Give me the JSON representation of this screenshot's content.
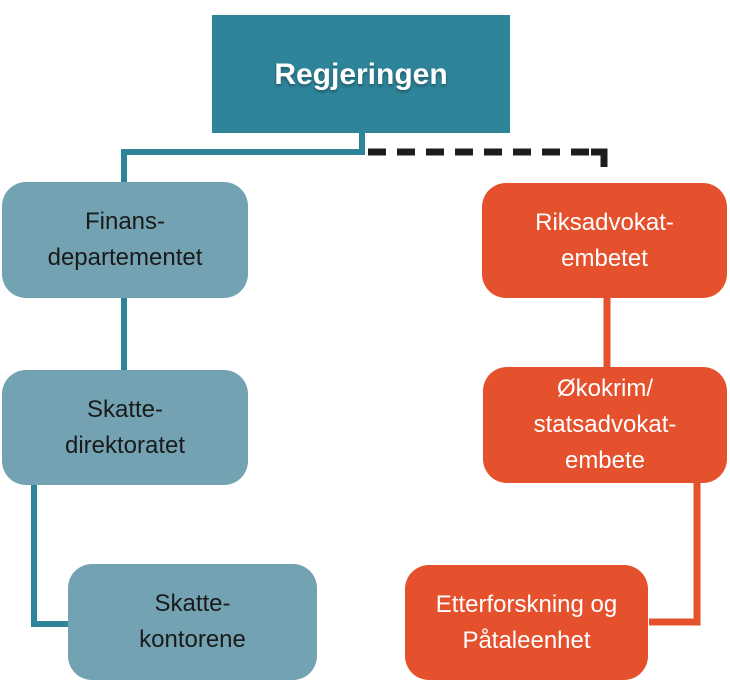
{
  "diagram": {
    "type": "org-chart",
    "language": "Norwegian",
    "background": "#FFFFFF"
  },
  "colors": {
    "teal": "#2E8499",
    "teal-light": "#73A3B2",
    "orange": "#E5502D",
    "line-dark": "#1D1D1D",
    "text-dark": "#1A1A1A",
    "text-light": "#FFFFFF"
  },
  "nodes": {
    "regjeringen": {
      "label": "Regjeringen"
    },
    "finans": {
      "lines": [
        "Finans-",
        "departementet"
      ]
    },
    "skattedir": {
      "lines": [
        "Skatte-",
        "direktoratet"
      ]
    },
    "skattekont": {
      "lines": [
        "Skatte-",
        "kontorene"
      ]
    },
    "riksadvokat": {
      "lines": [
        "Riksadvokat-",
        "embetet"
      ]
    },
    "okokrim": {
      "lines": [
        "Økokrim/",
        "statsadvokat-",
        "embete"
      ]
    },
    "etterforskning": {
      "lines": [
        "Etterforskning og",
        "Påtaleenhet"
      ]
    }
  },
  "edges": [
    {
      "from": "regjeringen",
      "to": "finans",
      "style": "solid",
      "color": "#2E8499"
    },
    {
      "from": "finans",
      "to": "skattedir",
      "style": "solid",
      "color": "#2E8499"
    },
    {
      "from": "skattedir",
      "to": "skattekont",
      "style": "solid",
      "color": "#2E8499"
    },
    {
      "from": "regjeringen",
      "to": "riksadvokat",
      "style": "dashed",
      "color": "#1D1D1D"
    },
    {
      "from": "riksadvokat",
      "to": "okokrim",
      "style": "solid",
      "color": "#E5502D"
    },
    {
      "from": "okokrim",
      "to": "etterforskning",
      "style": "solid",
      "color": "#E5502D"
    }
  ]
}
